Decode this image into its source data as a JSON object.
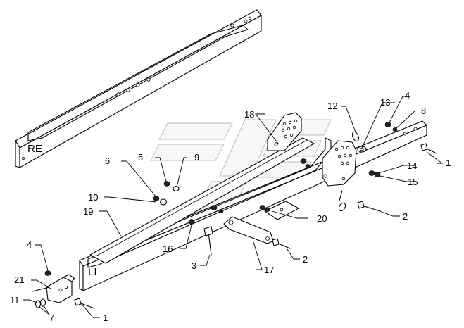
{
  "diagram": {
    "markers": {
      "right": "RE",
      "left": "LI"
    },
    "callouts": [
      {
        "id": "c1a",
        "label": "1"
      },
      {
        "id": "c1b",
        "label": "1"
      },
      {
        "id": "c2a",
        "label": "2"
      },
      {
        "id": "c2b",
        "label": "2"
      },
      {
        "id": "c3",
        "label": "3"
      },
      {
        "id": "c4a",
        "label": "4"
      },
      {
        "id": "c4b",
        "label": "4"
      },
      {
        "id": "c5",
        "label": "5"
      },
      {
        "id": "c6",
        "label": "6"
      },
      {
        "id": "c7",
        "label": "7"
      },
      {
        "id": "c8",
        "label": "8"
      },
      {
        "id": "c9",
        "label": "9"
      },
      {
        "id": "c10",
        "label": "10"
      },
      {
        "id": "c11",
        "label": "11"
      },
      {
        "id": "c12",
        "label": "12"
      },
      {
        "id": "c13",
        "label": "13"
      },
      {
        "id": "c14",
        "label": "14"
      },
      {
        "id": "c15",
        "label": "15"
      },
      {
        "id": "c16",
        "label": "16"
      },
      {
        "id": "c17",
        "label": "17"
      },
      {
        "id": "c18",
        "label": "18"
      },
      {
        "id": "c19",
        "label": "19"
      },
      {
        "id": "c20",
        "label": "20"
      },
      {
        "id": "c21",
        "label": "21"
      }
    ]
  }
}
